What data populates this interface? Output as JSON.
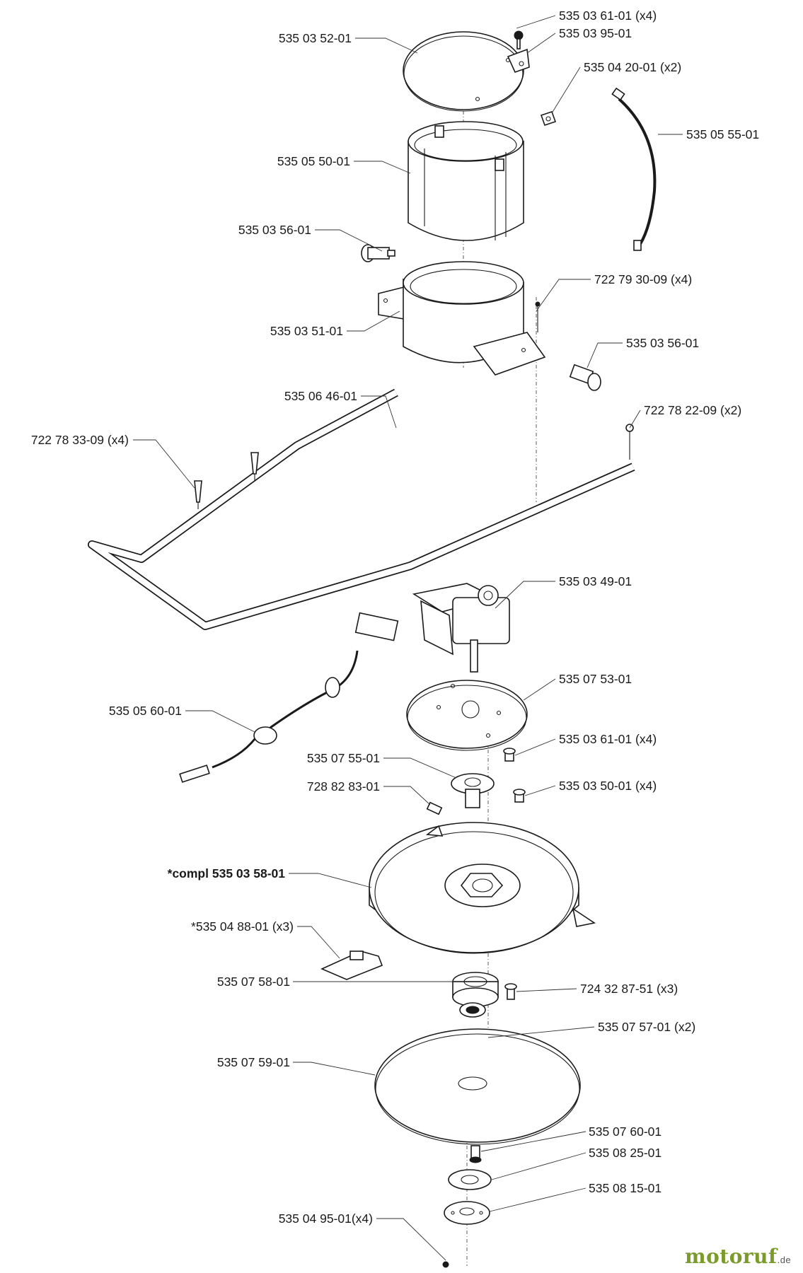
{
  "labels": {
    "l1": "535 03 61-01 (x4)",
    "l2": "535 03 95-01",
    "l3": "535 03 52-01",
    "l4": "535 04 20-01 (x2)",
    "l5": "535 05 55-01",
    "l6": "535 05 50-01",
    "l7": "535 03 56-01",
    "l8": "722 79 30-09 (x4)",
    "l9": "535 03 51-01",
    "l10": "535 03 56-01",
    "l11": "535 06 46-01",
    "l12": "722 78 22-09 (x2)",
    "l13": "722 78 33-09 (x4)",
    "l14": "535 03 49-01",
    "l15": "535 07 53-01",
    "l16": "535 05 60-01",
    "l17": "535 03 61-01 (x4)",
    "l18": "535 07 55-01",
    "l19": "728 82 83-01",
    "l20": "535 03 50-01 (x4)",
    "l21": "*compl 535 03 58-01",
    "l22": "*535 04 88-01 (x3)",
    "l23": "535 07 58-01",
    "l24": "724 32 87-51 (x3)",
    "l25": "535 07 57-01 (x2)",
    "l26": "535 07 59-01",
    "l27": "535 07 60-01",
    "l28": "535 08 25-01",
    "l29": "535 08 15-01",
    "l30": "535 04 95-01(x4)"
  },
  "brand": {
    "name": "motoruf",
    "tld": ".de"
  }
}
